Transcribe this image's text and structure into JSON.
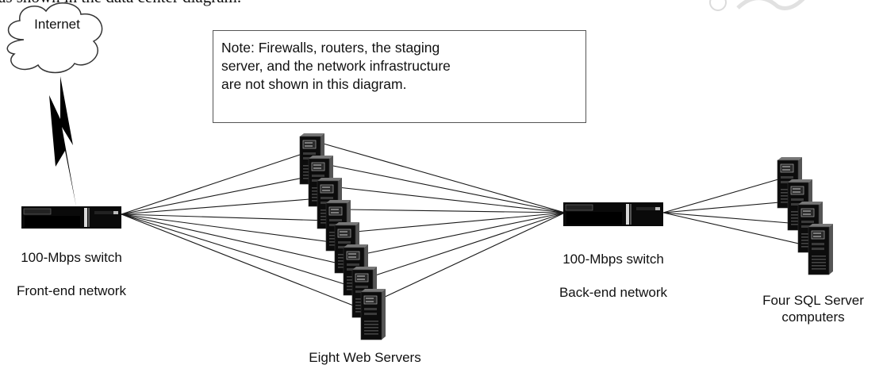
{
  "top_text": "as shown in the data center diagram.",
  "note": "Note: Firewalls, routers, the staging server, and the network infrastructure are not shown in this diagram.",
  "internet_label": "Internet",
  "front_switch": {
    "line1": "100-Mbps switch",
    "line2": "Front-end network"
  },
  "back_switch": {
    "line1": "100-Mbps switch",
    "line2": "Back-end network"
  },
  "web_servers_label": "Eight Web Servers",
  "sql_servers_label": "Four SQL Server\ncomputers",
  "web_server_count": 8,
  "sql_server_count": 4,
  "colors": {
    "line": "#1a1a1a",
    "device": "#0a0a0a",
    "box_border": "#555555"
  }
}
